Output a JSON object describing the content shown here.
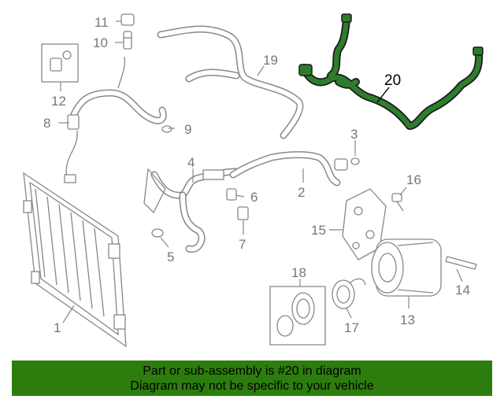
{
  "diagram": {
    "labels": {
      "p1": "1",
      "p2": "2",
      "p3": "3",
      "p4": "4",
      "p5": "5",
      "p6": "6",
      "p7": "7",
      "p8": "8",
      "p9": "9",
      "p10": "10",
      "p11": "11",
      "p12": "12",
      "p13": "13",
      "p14": "14",
      "p15": "15",
      "p16": "16",
      "p17": "17",
      "p18": "18",
      "p19": "19",
      "p20": "20"
    },
    "highlighted_part": "20",
    "colors": {
      "highlight": "#2d7d2d",
      "banner": "#2d7d0e",
      "parts": "#888888"
    }
  },
  "banner": {
    "line1": "Part or sub-assembly is #20 in diagram",
    "line2": "Diagram may not be specific to your vehicle"
  }
}
